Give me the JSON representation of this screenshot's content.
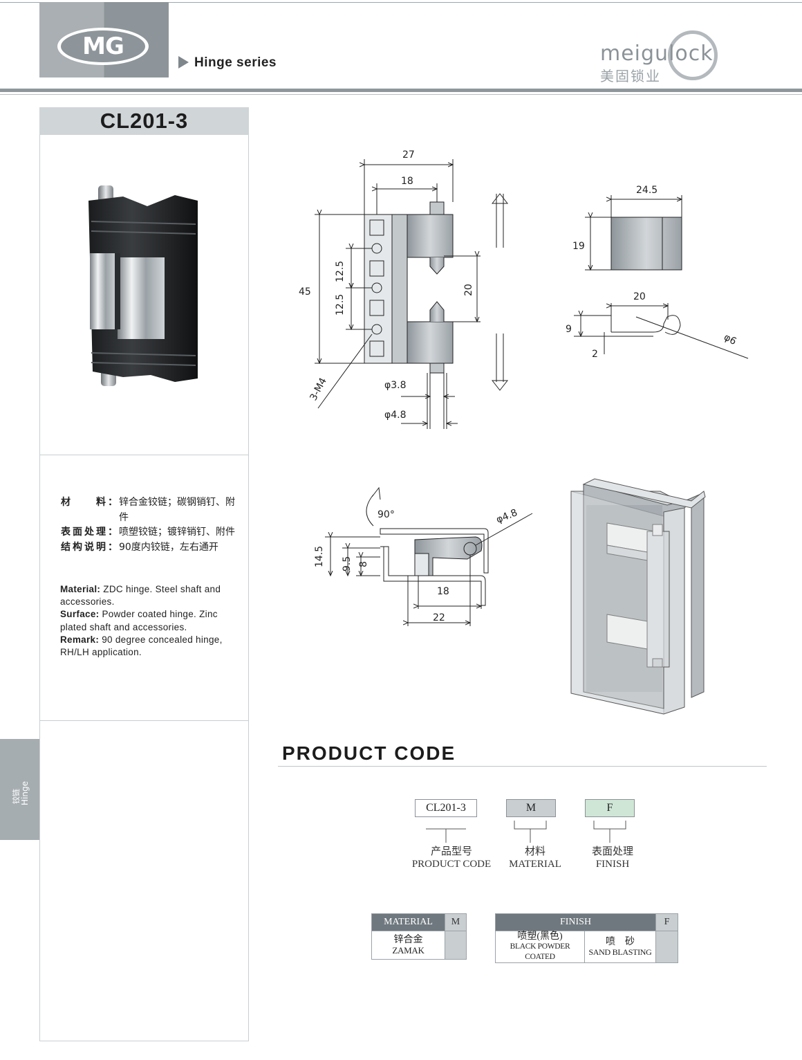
{
  "header": {
    "logo": "MG",
    "series": "Hinge series",
    "brand": "meigulock",
    "brand_cn": "美固锁业"
  },
  "model": "CL201-3",
  "specs_cn": [
    {
      "label": "材　　料：",
      "value": "锌合金铰链；碳钢销钉、附件"
    },
    {
      "label": "表面处理：",
      "value": "喷塑铰链；镀锌销钉、附件"
    },
    {
      "label": "结构说明：",
      "value": "90度内铰链，左右通开"
    }
  ],
  "specs_en": [
    {
      "label": "Material:",
      "value": "ZDC hinge. Steel shaft and accessories."
    },
    {
      "label": "Surface:",
      "value": "Powder coated hinge. Zinc plated shaft and accessories."
    },
    {
      "label": "Remark:",
      "value": "90 degree concealed hinge, RH/LH application."
    }
  ],
  "side_tab": {
    "cn": "铰链",
    "en": "Hinge"
  },
  "drawing": {
    "front": {
      "d27": "27",
      "d18": "18",
      "d45": "45",
      "d12a": "12.5",
      "d12b": "12.5",
      "d20": "20",
      "m4": "3-M4",
      "phi38": "φ3.8",
      "phi48": "φ4.8"
    },
    "side": {
      "d245": "24.5",
      "d19": "19",
      "d20": "20",
      "d9": "9",
      "d2": "2",
      "phi6": "φ6"
    },
    "install": {
      "angle": "90°",
      "phi48": "φ4.8",
      "d145": "14.5",
      "d95": "9.5",
      "d8": "8",
      "d18": "18",
      "d22": "22"
    }
  },
  "product_code": {
    "title": "PRODUCT CODE",
    "boxes": [
      {
        "text": "CL201-3",
        "cn": "产品型号",
        "en": "PRODUCT CODE",
        "color": "#ffffff"
      },
      {
        "text": "M",
        "cn": "材料",
        "en": "MATERIAL",
        "color": "#c9ced1"
      },
      {
        "text": "F",
        "cn": "表面处理",
        "en": "FINISH",
        "color": "#cfe6d6"
      }
    ]
  },
  "material_table": {
    "header": "MATERIAL",
    "code": "M",
    "cells": [
      {
        "cn": "锌合金",
        "en": "ZAMAK"
      }
    ]
  },
  "finish_table": {
    "header": "FINISH",
    "code": "F",
    "cells": [
      {
        "cn": "喷塑(黑色)",
        "en": "BLACK POWDER COATED"
      },
      {
        "cn": "喷　砂",
        "en": "SAND BLASTING"
      }
    ]
  }
}
